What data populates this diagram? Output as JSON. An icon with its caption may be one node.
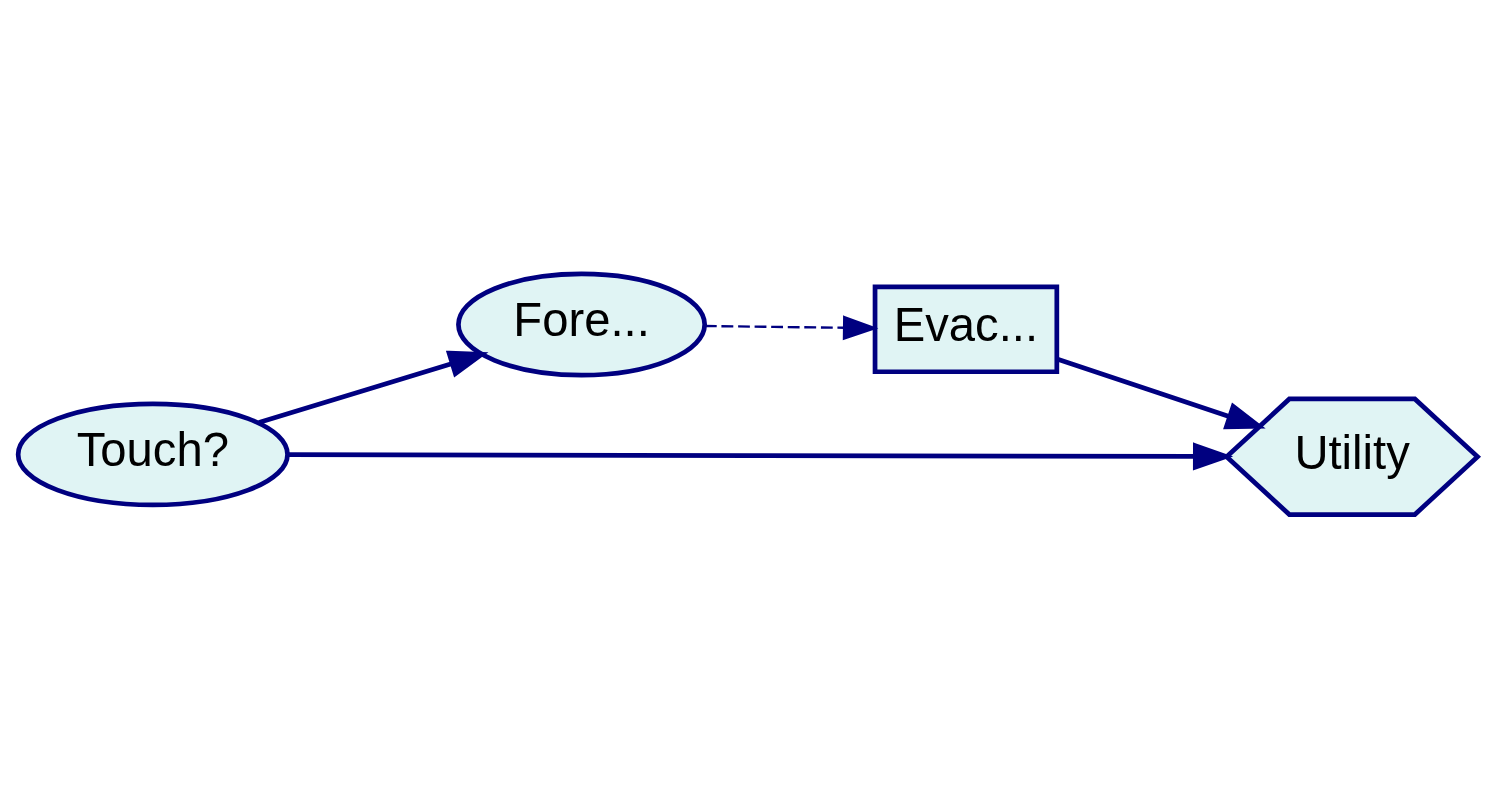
{
  "diagram": {
    "nodes": [
      {
        "text": [
          "Evac..."
        ]
      },
      {
        "text": [
          "Fore..."
        ]
      },
      {
        "text": [
          "Utility"
        ]
      },
      {
        "text": [
          "Touch?"
        ]
      }
    ],
    "edges": [
      {
        "from": 1,
        "to": 0,
        "arrow": "to",
        "style": "dashed"
      },
      {
        "from": 0,
        "to": 2,
        "arrow": "to"
      },
      {
        "from": 3,
        "to": 1,
        "arrow": "to"
      },
      {
        "from": 3,
        "to": 2,
        "arrow": "to"
      }
    ]
  }
}
